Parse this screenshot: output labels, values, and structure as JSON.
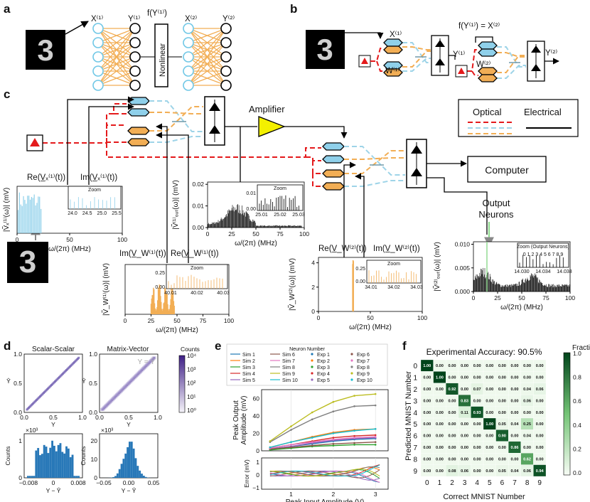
{
  "panels": {
    "a": {
      "letter": "a",
      "labels": [
        "X⁽¹⁾",
        "Y⁽¹⁾",
        "f(Y⁽¹⁾)",
        "X⁽²⁾",
        "Y⁽²⁾"
      ],
      "nonlinear": "Nonlinear"
    },
    "b": {
      "letter": "b",
      "x1": "X⁽¹⁾",
      "w1": "W⁽¹⁾",
      "y1": "Y⁽¹⁾",
      "fy": "f(Y⁽¹⁾) = X⁽²⁾",
      "w2": "W⁽²⁾",
      "y2": "Y⁽²⁾"
    },
    "c": {
      "letter": "c",
      "amplifier": "Amplifier",
      "legend": {
        "optical": "Optical",
        "electrical": "Electrical"
      },
      "computer": "Computer",
      "output_neurons": "Output\nNeurons",
      "vx": {
        "re_label": "Re(V̲ₓ⁽¹⁾(t))",
        "im_label": "Im(V̲ₓ⁽¹⁾(t))",
        "ylabel": "|Ṽₓ⁽¹⁾(ω)| (mV)",
        "xlabel": "ω/(2π) (MHz)",
        "xticks": [
          "0",
          "50",
          "100"
        ],
        "zoom_title": "Zoom",
        "zoom_ticks": [
          "24.0",
          "24.5",
          "25.0",
          "25.5"
        ]
      },
      "vout1": {
        "ylabel": "|Ṽ⁽¹⁾ₒᵤₜ(ω)| (mV)",
        "xlabel": "ω/(2π) (MHz)",
        "yticks": [
          "0.00",
          "0.01",
          "0.02"
        ],
        "xticks": [
          "0",
          "25",
          "50",
          "75",
          "100"
        ],
        "zoom_title": "Zoom",
        "zoom_yticks": [
          "0.01",
          "0.00"
        ],
        "zoom_ticks": [
          "25.01",
          "25.02",
          "25.03"
        ]
      },
      "vw1": {
        "im_label": "Im(V̲_W⁽¹⁾(t))",
        "re_label": "Re(V̲_W⁽¹⁾(t))",
        "ylabel": "|Ṽ_W⁽¹⁾(ω)| (mV)",
        "xlabel": "ω/(2π) (MHz)",
        "xticks": [
          "0",
          "25",
          "50",
          "75",
          "100"
        ],
        "zoom_title": "Zoom",
        "zoom_yticks": [
          "0.25",
          "0.00"
        ],
        "zoom_ticks": [
          "40.01",
          "40.02",
          "40.03"
        ]
      },
      "vw2": {
        "re_label": "Re(V̲_W⁽²⁾(t))",
        "im_label": "Im(V̲_W⁽²⁾(t))",
        "ylabel": "|Ṽ_W⁽²⁾(ω)| (mV)",
        "xlabel": "ω/(2π) (MHz)",
        "yticks": [
          "0",
          "2",
          "4"
        ],
        "xticks": [
          "0",
          "50",
          "100"
        ],
        "zoom_title": "Zoom",
        "zoom_yticks": [
          "0.25",
          "0.00"
        ],
        "zoom_ticks": [
          "34.01",
          "34.02",
          "34.03"
        ]
      },
      "vout2": {
        "ylabel": "|Ṽ⁽²⁾ₒᵤₜ(ω)| (mV)",
        "xlabel": "ω/(2π) (MHz)",
        "yticks": [
          "0.000",
          "0.005",
          "0.010"
        ],
        "xticks": [
          "0",
          "25",
          "50",
          "75",
          "100"
        ],
        "zoom_title": "Zoom (Output Neurons)",
        "zoom_digits": "0 1 2 3 4 5 6 7 8 9",
        "zoom_ticks": [
          "14.030",
          "14.034",
          "14.038"
        ]
      }
    },
    "d": {
      "letter": "d",
      "left_title": "Scalar-Scalar",
      "right_title": "Matrix-Vector",
      "eq_label": "Y = Ŷ",
      "ylabel": "Ŷ",
      "xlabel": "Y",
      "ticks": [
        "0.0",
        "0.5",
        "1.0"
      ],
      "cbar_label": "Counts",
      "cbar_ticks": [
        "10⁴",
        "10³",
        "10²",
        "10¹",
        "10⁰"
      ],
      "hist_ylabel": "Counts",
      "hist_xlabel": "Y − Ŷ",
      "hist_left_mult": "×10³",
      "hist_right_mult": "×10³",
      "hist_left_yticks": [
        "0",
        "1"
      ],
      "hist_right_yticks": [
        "0",
        "10",
        "20"
      ],
      "hist_left_xticks": [
        "−0.008",
        "0",
        "0.008"
      ],
      "hist_right_xticks": [
        "−0.05",
        "0.00",
        "0.05"
      ]
    },
    "e": {
      "letter": "e",
      "legend_title": "Neuron Number",
      "sims": [
        "Sim 1",
        "Sim 2",
        "Sim 3",
        "Sim 4",
        "Sim 5",
        "Sim 6",
        "Sim 7",
        "Sim 8",
        "Sim 9",
        "Sim 10"
      ],
      "exps": [
        "Exp 1",
        "Exp 2",
        "Exp 3",
        "Exp 4",
        "Exp 5",
        "Exp 6",
        "Exp 7",
        "Exp 8",
        "Exp 9",
        "Exp 10"
      ],
      "colors": [
        "#1f77b4",
        "#ff7f0e",
        "#2ca02c",
        "#d62728",
        "#9467bd",
        "#8c564b",
        "#e377c2",
        "#7f7f7f",
        "#bcbd22",
        "#17becf"
      ],
      "top_ylabel": "Peak Output\nAmplitude (mV)",
      "top_yticks": [
        "0",
        "20",
        "40",
        "60"
      ],
      "bot_ylabel": "Error (mV)",
      "bot_yticks": [
        "1",
        "0",
        "−1"
      ],
      "xlabel": "Peak Input Amplitude (V)",
      "xticks": [
        "1",
        "2",
        "3"
      ]
    },
    "f": {
      "letter": "f",
      "title": "Experimental Accuracy: 90.5%",
      "ylabel": "Predicted MNIST Number",
      "xlabel": "Correct MNIST Number",
      "cbar_label": "Fraction",
      "cbar_ticks": [
        "1.0",
        "0.8",
        "0.6",
        "0.4",
        "0.2",
        "0.0"
      ]
    }
  },
  "chart_data": [
    {
      "type": "heatmap",
      "title": "Experimental Accuracy: 90.5%",
      "xlabel": "Correct MNIST Number",
      "ylabel": "Predicted MNIST Number",
      "x_categories": [
        "0",
        "1",
        "2",
        "3",
        "4",
        "5",
        "6",
        "7",
        "8",
        "9"
      ],
      "y_categories": [
        "0",
        "1",
        "2",
        "3",
        "4",
        "5",
        "6",
        "7",
        "8",
        "9"
      ],
      "values": [
        [
          1.0,
          0.0,
          0.0,
          0.0,
          0.0,
          0.0,
          0.0,
          0.0,
          0.0,
          0.0
        ],
        [
          0.0,
          1.0,
          0.0,
          0.0,
          0.0,
          0.0,
          0.0,
          0.0,
          0.0,
          0.0
        ],
        [
          0.0,
          0.0,
          0.92,
          0.0,
          0.07,
          0.0,
          0.0,
          0.0,
          0.04,
          0.06
        ],
        [
          0.0,
          0.0,
          0.0,
          0.83,
          0.0,
          0.0,
          0.0,
          0.0,
          0.06,
          0.0
        ],
        [
          0.0,
          0.0,
          0.0,
          0.11,
          0.93,
          0.0,
          0.0,
          0.0,
          0.0,
          0.0
        ],
        [
          0.0,
          0.0,
          0.0,
          0.0,
          0.0,
          1.0,
          0.05,
          0.04,
          0.25,
          0.0
        ],
        [
          0.0,
          0.0,
          0.0,
          0.0,
          0.0,
          0.0,
          0.9,
          0.0,
          0.04,
          0.0
        ],
        [
          0.0,
          0.0,
          0.0,
          0.0,
          0.0,
          0.0,
          0.0,
          0.86,
          0.0,
          0.0
        ],
        [
          0.0,
          0.0,
          0.0,
          0.0,
          0.0,
          0.0,
          0.0,
          0.0,
          0.62,
          0.0
        ],
        [
          0.0,
          0.0,
          0.08,
          0.06,
          0.0,
          0.0,
          0.05,
          0.04,
          0.06,
          0.94
        ]
      ],
      "colorbar": {
        "label": "Fraction",
        "range": [
          0,
          1
        ]
      }
    },
    {
      "type": "line",
      "xlabel": "Peak Input Amplitude (V)",
      "ylabel": "Peak Output Amplitude (mV)",
      "xlim": [
        0.3,
        3.3
      ],
      "ylim": [
        0,
        70
      ],
      "x": [
        0.5,
        1.0,
        1.5,
        2.0,
        2.5,
        3.0
      ],
      "series": [
        {
          "name": "Sim 1",
          "values": [
            2,
            5,
            8,
            11,
            13,
            14
          ]
        },
        {
          "name": "Sim 2",
          "values": [
            4,
            10,
            16,
            21,
            24,
            25
          ]
        },
        {
          "name": "Sim 3",
          "values": [
            1,
            3,
            5,
            6,
            7,
            7
          ]
        },
        {
          "name": "Sim 4",
          "values": [
            3,
            7,
            11,
            15,
            17,
            18
          ]
        },
        {
          "name": "Sim 5",
          "values": [
            2,
            5,
            9,
            12,
            14,
            15
          ]
        },
        {
          "name": "Sim 6",
          "values": [
            2,
            4,
            6,
            8,
            9,
            10
          ]
        },
        {
          "name": "Sim 7",
          "values": [
            3,
            7,
            10,
            13,
            15,
            16
          ]
        },
        {
          "name": "Sim 8",
          "values": [
            10,
            24,
            36,
            45,
            51,
            52
          ]
        },
        {
          "name": "Sim 9",
          "values": [
            11,
            28,
            44,
            56,
            63,
            65
          ]
        },
        {
          "name": "Sim 10",
          "values": [
            4,
            10,
            15,
            20,
            23,
            25
          ]
        }
      ]
    },
    {
      "type": "line",
      "title": "",
      "xlabel": "ω/(2π) (MHz)",
      "ylabel": "|Ṽ⁽²⁾ₒᵤₜ(ω)| (mV)",
      "xlim": [
        0,
        100
      ],
      "ylim": [
        0,
        0.011
      ],
      "x": [
        0,
        10,
        14,
        20,
        30,
        40,
        50,
        60,
        70,
        80,
        90,
        100
      ],
      "series": [
        {
          "name": "",
          "values": [
            0.003,
            0.0045,
            0.0085,
            0.003,
            0.0025,
            0.0022,
            0.0028,
            0.004,
            0.0025,
            0.001,
            0.0008,
            0.0005
          ]
        }
      ]
    }
  ]
}
